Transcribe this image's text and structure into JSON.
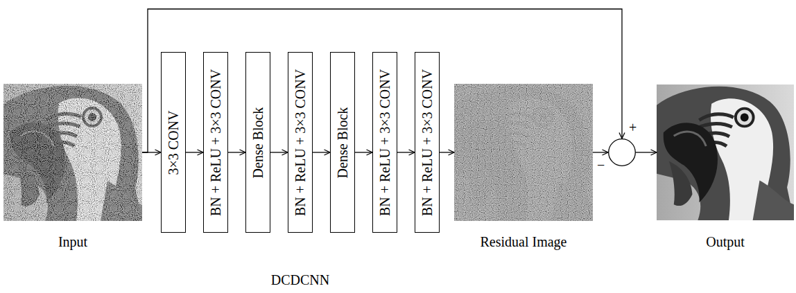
{
  "diagram": {
    "nodes": [
      {
        "text": [
          "Input"
        ]
      },
      {
        "text": [
          "3×3 CONV"
        ]
      },
      {
        "text": [
          "BN + ReLU + 3×3 CONV"
        ]
      },
      {
        "text": [
          "Dense Block"
        ]
      },
      {
        "text": [
          "BN + ReLU + 3×3 CONV"
        ]
      },
      {
        "text": [
          "Dense Block"
        ]
      },
      {
        "text": [
          "BN + ReLU + 3×3 CONV"
        ]
      },
      {
        "text": [
          "BN + ReLU + 3×3 CONV"
        ]
      },
      {
        "text": [
          "Residual Image"
        ]
      },
      {
        "text": [
          "+",
          "−"
        ]
      },
      {
        "text": [
          "Output"
        ]
      }
    ],
    "edges": [
      {
        "from": 0,
        "to": 1,
        "arrow": "to"
      },
      {
        "from": 1,
        "to": 2,
        "arrow": "to"
      },
      {
        "from": 2,
        "to": 3,
        "arrow": "to"
      },
      {
        "from": 3,
        "to": 4,
        "arrow": "to"
      },
      {
        "from": 4,
        "to": 5,
        "arrow": "to"
      },
      {
        "from": 5,
        "to": 6,
        "arrow": "to"
      },
      {
        "from": 6,
        "to": 7,
        "arrow": "to"
      },
      {
        "from": 7,
        "to": 8,
        "arrow": "to"
      },
      {
        "from": 0,
        "to": 9,
        "arrow": "to"
      },
      {
        "from": 8,
        "to": 9,
        "arrow": "to"
      },
      {
        "from": 9,
        "to": 10,
        "arrow": "to"
      }
    ],
    "labels": [
      "DCDCNN"
    ]
  }
}
